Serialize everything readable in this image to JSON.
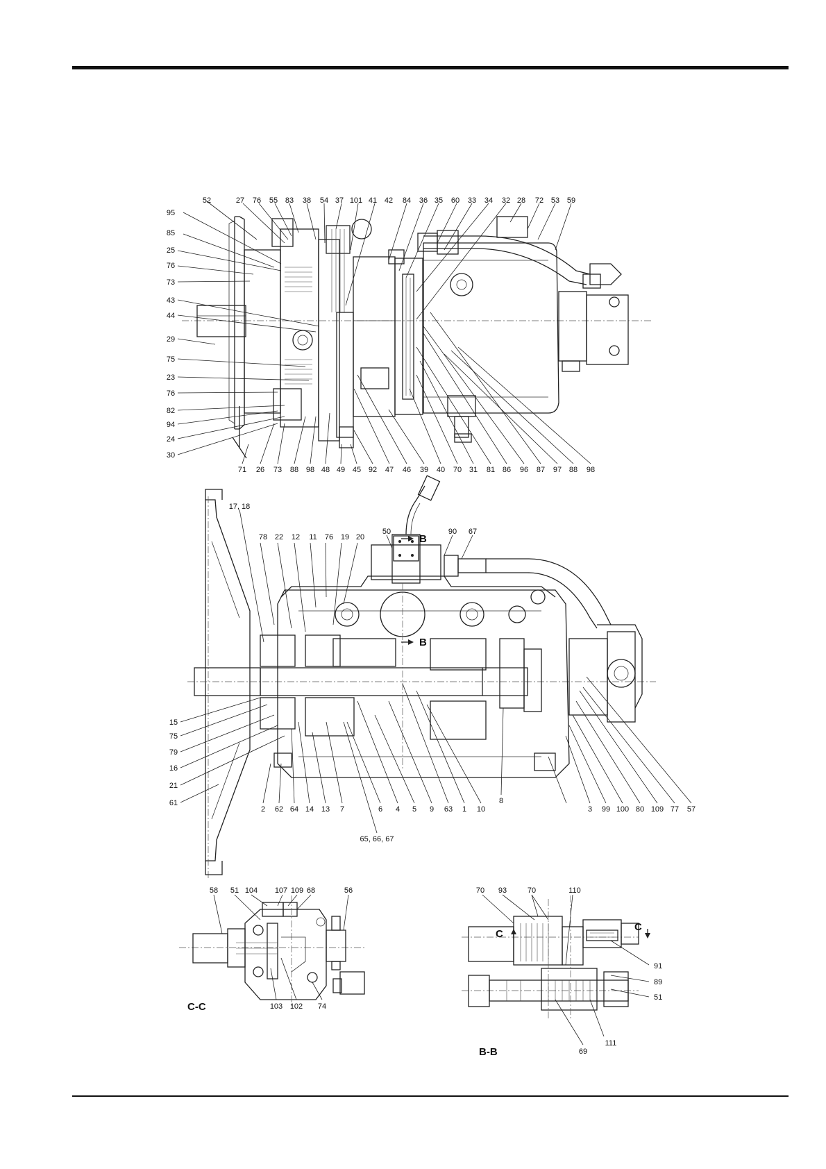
{
  "figure1": {
    "labels_top": [
      "52",
      "27",
      "76",
      "55",
      "83",
      "38",
      "54",
      "37",
      "101",
      "41",
      "42",
      "84",
      "36",
      "35",
      "60",
      "33",
      "34",
      "32",
      "28",
      "72",
      "53",
      "59"
    ],
    "labels_left": [
      "95",
      "85",
      "25",
      "76",
      "73",
      "43",
      "44",
      "29",
      "75",
      "23",
      "76",
      "82",
      "94",
      "24",
      "30"
    ],
    "labels_bottom": [
      "71",
      "26",
      "73",
      "88",
      "98",
      "48",
      "49",
      "45",
      "92",
      "47",
      "46",
      "39",
      "40",
      "70",
      "31",
      "81",
      "86",
      "96",
      "87",
      "97",
      "88",
      "98"
    ]
  },
  "figure2": {
    "labels_top": [
      "17, 18",
      "78",
      "22",
      "12",
      "11",
      "76",
      "19",
      "20",
      "50",
      "90",
      "67"
    ],
    "section_b_upper": "B",
    "section_b_lower": "B",
    "labels_left": [
      "15",
      "75",
      "79",
      "16",
      "21",
      "61"
    ],
    "labels_bottom": [
      "2",
      "62",
      "64",
      "14",
      "13",
      "7",
      "6",
      "4",
      "5",
      "9",
      "63",
      "1",
      "10",
      "8",
      "3",
      "99",
      "100",
      "80",
      "109",
      "77",
      "57"
    ],
    "label_extra": "65, 66, 67"
  },
  "figure3": {
    "title": "C-C",
    "labels_top": [
      "58",
      "51",
      "104",
      "107",
      "109",
      "68",
      "56"
    ],
    "labels_bottom": [
      "103",
      "102",
      "74"
    ]
  },
  "figure4": {
    "title": "B-B",
    "labels_top": [
      "70",
      "93",
      "70",
      "110"
    ],
    "section_c_left": "C",
    "section_c_right": "C",
    "labels_right": [
      "91",
      "89",
      "51"
    ],
    "labels_bottom": [
      "69",
      "111"
    ]
  }
}
